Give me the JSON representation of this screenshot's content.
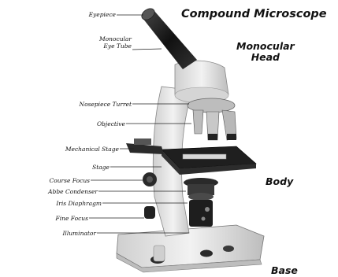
{
  "title": "Compound Microscope",
  "sections": {
    "head": [
      "Monocular",
      "Head"
    ],
    "body": "Body",
    "base": "Base"
  },
  "parts": [
    "Eyepiece",
    "Monocular Eye Tube",
    "Nosepiece Turret",
    "Objective",
    "Mechanical Stage",
    "Stage",
    "Course Focus",
    "Abbe Condenser",
    "Iris Diaphragm",
    "Fine Focus",
    "Illuminator"
  ],
  "colors": {
    "body": "#e2e2e2",
    "dark": "#1e1e1e",
    "mid": "#9a9a9a"
  }
}
